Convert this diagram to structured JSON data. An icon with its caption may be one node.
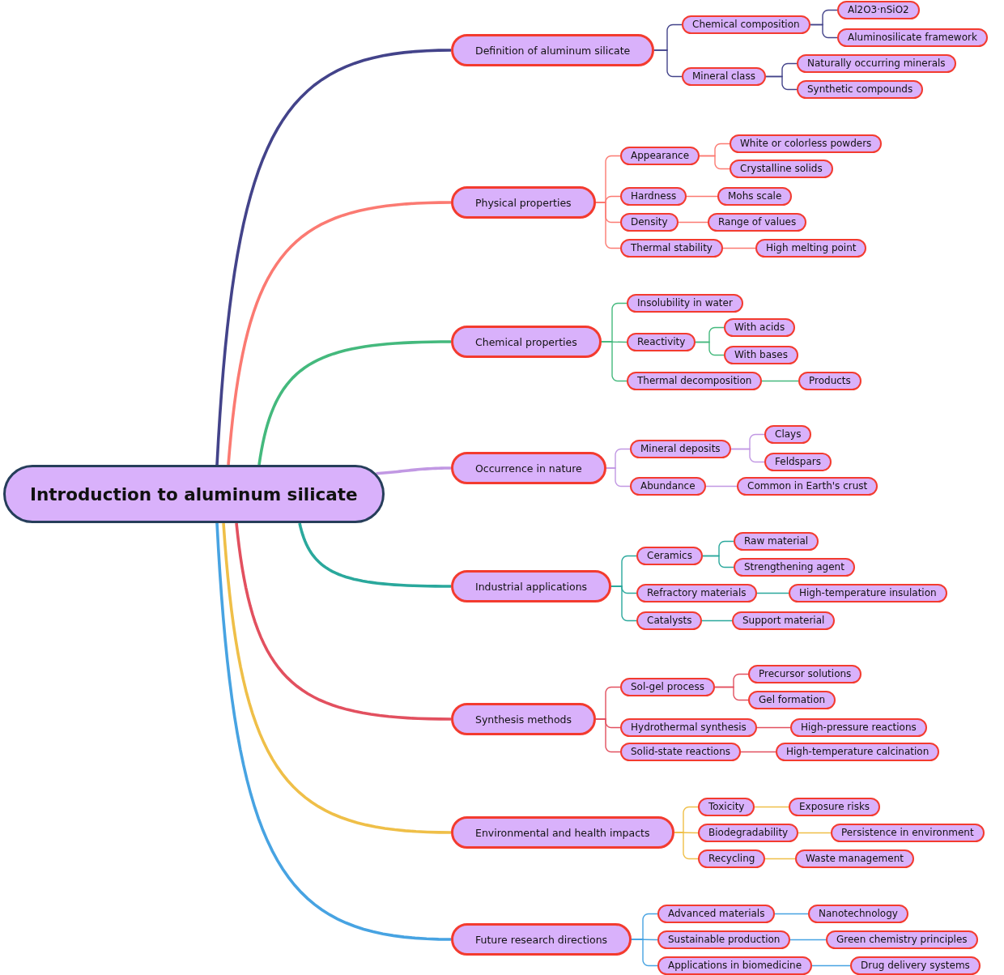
{
  "diagram": {
    "nodes": [
      {
        "text": [
          "Introduction to aluminum silicate"
        ]
      },
      {
        "text": [
          "Definition of aluminum silicate"
        ]
      },
      {
        "text": [
          "Chemical composition"
        ]
      },
      {
        "text": [
          "Al2O3·nSiO2"
        ]
      },
      {
        "text": [
          "Aluminosilicate framework"
        ]
      },
      {
        "text": [
          "Mineral class"
        ]
      },
      {
        "text": [
          "Naturally occurring minerals"
        ]
      },
      {
        "text": [
          "Synthetic compounds"
        ]
      },
      {
        "text": [
          "Physical properties"
        ]
      },
      {
        "text": [
          "Appearance"
        ]
      },
      {
        "text": [
          "White or colorless powders"
        ]
      },
      {
        "text": [
          "Crystalline solids"
        ]
      },
      {
        "text": [
          "Hardness"
        ]
      },
      {
        "text": [
          "Mohs scale"
        ]
      },
      {
        "text": [
          "Density"
        ]
      },
      {
        "text": [
          "Range of values"
        ]
      },
      {
        "text": [
          "Thermal stability"
        ]
      },
      {
        "text": [
          "High melting point"
        ]
      },
      {
        "text": [
          "Chemical properties"
        ]
      },
      {
        "text": [
          "Insolubility in water"
        ]
      },
      {
        "text": [
          "Reactivity"
        ]
      },
      {
        "text": [
          "With acids"
        ]
      },
      {
        "text": [
          "With bases"
        ]
      },
      {
        "text": [
          "Thermal decomposition"
        ]
      },
      {
        "text": [
          "Products"
        ]
      },
      {
        "text": [
          "Occurrence in nature"
        ]
      },
      {
        "text": [
          "Mineral deposits"
        ]
      },
      {
        "text": [
          "Clays"
        ]
      },
      {
        "text": [
          "Feldspars"
        ]
      },
      {
        "text": [
          "Abundance"
        ]
      },
      {
        "text": [
          "Common in Earth's crust"
        ]
      },
      {
        "text": [
          "Industrial applications"
        ]
      },
      {
        "text": [
          "Ceramics"
        ]
      },
      {
        "text": [
          "Raw material"
        ]
      },
      {
        "text": [
          "Strengthening agent"
        ]
      },
      {
        "text": [
          "Refractory materials"
        ]
      },
      {
        "text": [
          "High-temperature insulation"
        ]
      },
      {
        "text": [
          "Catalysts"
        ]
      },
      {
        "text": [
          "Support material"
        ]
      },
      {
        "text": [
          "Synthesis methods"
        ]
      },
      {
        "text": [
          "Sol-gel process"
        ]
      },
      {
        "text": [
          "Precursor solutions"
        ]
      },
      {
        "text": [
          "Gel formation"
        ]
      },
      {
        "text": [
          "Hydrothermal synthesis"
        ]
      },
      {
        "text": [
          "High-pressure reactions"
        ]
      },
      {
        "text": [
          "Solid-state reactions"
        ]
      },
      {
        "text": [
          "High-temperature calcination"
        ]
      },
      {
        "text": [
          "Environmental and health impacts"
        ]
      },
      {
        "text": [
          "Toxicity"
        ]
      },
      {
        "text": [
          "Exposure risks"
        ]
      },
      {
        "text": [
          "Biodegradability"
        ]
      },
      {
        "text": [
          "Persistence in environment"
        ]
      },
      {
        "text": [
          "Recycling"
        ]
      },
      {
        "text": [
          "Waste management"
        ]
      },
      {
        "text": [
          "Future research directions"
        ]
      },
      {
        "text": [
          "Advanced materials"
        ]
      },
      {
        "text": [
          "Nanotechnology"
        ]
      },
      {
        "text": [
          "Sustainable production"
        ]
      },
      {
        "text": [
          "Green chemistry principles"
        ]
      },
      {
        "text": [
          "Applications in biomedicine"
        ]
      },
      {
        "text": [
          "Drug delivery systems"
        ]
      }
    ],
    "edges": [
      {
        "from": 0,
        "to": 1,
        "arrow": "none",
        "style": "thick",
        "color": "#43438a"
      },
      {
        "from": 1,
        "to": 2,
        "arrow": "none",
        "color": "#43438a"
      },
      {
        "from": 2,
        "to": 3,
        "arrow": "none",
        "color": "#43438a"
      },
      {
        "from": 2,
        "to": 4,
        "arrow": "none",
        "color": "#43438a"
      },
      {
        "from": 1,
        "to": 5,
        "arrow": "none",
        "color": "#43438a"
      },
      {
        "from": 5,
        "to": 6,
        "arrow": "none",
        "color": "#43438a"
      },
      {
        "from": 5,
        "to": 7,
        "arrow": "none",
        "color": "#43438a"
      },
      {
        "from": 0,
        "to": 8,
        "arrow": "none",
        "style": "thick",
        "color": "#fb7a72"
      },
      {
        "from": 8,
        "to": 9,
        "arrow": "none",
        "color": "#fb7a72"
      },
      {
        "from": 9,
        "to": 10,
        "arrow": "none",
        "color": "#fb7a72"
      },
      {
        "from": 9,
        "to": 11,
        "arrow": "none",
        "color": "#fb7a72"
      },
      {
        "from": 8,
        "to": 12,
        "arrow": "none",
        "color": "#fb7a72"
      },
      {
        "from": 12,
        "to": 13,
        "arrow": "none",
        "color": "#fb7a72"
      },
      {
        "from": 8,
        "to": 14,
        "arrow": "none",
        "color": "#fb7a72"
      },
      {
        "from": 14,
        "to": 15,
        "arrow": "none",
        "color": "#fb7a72"
      },
      {
        "from": 8,
        "to": 16,
        "arrow": "none",
        "color": "#fb7a72"
      },
      {
        "from": 16,
        "to": 17,
        "arrow": "none",
        "color": "#fb7a72"
      },
      {
        "from": 0,
        "to": 18,
        "arrow": "none",
        "style": "thick",
        "color": "#44b97d"
      },
      {
        "from": 18,
        "to": 19,
        "arrow": "none",
        "color": "#44b97d"
      },
      {
        "from": 18,
        "to": 20,
        "arrow": "none",
        "color": "#44b97d"
      },
      {
        "from": 20,
        "to": 21,
        "arrow": "none",
        "color": "#44b97d"
      },
      {
        "from": 20,
        "to": 22,
        "arrow": "none",
        "color": "#44b97d"
      },
      {
        "from": 18,
        "to": 23,
        "arrow": "none",
        "color": "#44b97d"
      },
      {
        "from": 23,
        "to": 24,
        "arrow": "none",
        "color": "#44b97d"
      },
      {
        "from": 0,
        "to": 25,
        "arrow": "none",
        "style": "thick",
        "color": "#c198e3"
      },
      {
        "from": 25,
        "to": 26,
        "arrow": "none",
        "color": "#c198e3"
      },
      {
        "from": 26,
        "to": 27,
        "arrow": "none",
        "color": "#c198e3"
      },
      {
        "from": 26,
        "to": 28,
        "arrow": "none",
        "color": "#c198e3"
      },
      {
        "from": 25,
        "to": 29,
        "arrow": "none",
        "color": "#c198e3"
      },
      {
        "from": 29,
        "to": 30,
        "arrow": "none",
        "color": "#c198e3"
      },
      {
        "from": 0,
        "to": 31,
        "arrow": "none",
        "style": "thick",
        "color": "#2aa89c"
      },
      {
        "from": 31,
        "to": 32,
        "arrow": "none",
        "color": "#2aa89c"
      },
      {
        "from": 32,
        "to": 33,
        "arrow": "none",
        "color": "#2aa89c"
      },
      {
        "from": 32,
        "to": 34,
        "arrow": "none",
        "color": "#2aa89c"
      },
      {
        "from": 31,
        "to": 35,
        "arrow": "none",
        "color": "#2aa89c"
      },
      {
        "from": 35,
        "to": 36,
        "arrow": "none",
        "color": "#2aa89c"
      },
      {
        "from": 31,
        "to": 37,
        "arrow": "none",
        "color": "#2aa89c"
      },
      {
        "from": 37,
        "to": 38,
        "arrow": "none",
        "color": "#2aa89c"
      },
      {
        "from": 0,
        "to": 39,
        "arrow": "none",
        "style": "thick",
        "color": "#e2505f"
      },
      {
        "from": 39,
        "to": 40,
        "arrow": "none",
        "color": "#e2505f"
      },
      {
        "from": 40,
        "to": 41,
        "arrow": "none",
        "color": "#e2505f"
      },
      {
        "from": 40,
        "to": 42,
        "arrow": "none",
        "color": "#e2505f"
      },
      {
        "from": 39,
        "to": 43,
        "arrow": "none",
        "color": "#e2505f"
      },
      {
        "from": 43,
        "to": 44,
        "arrow": "none",
        "color": "#e2505f"
      },
      {
        "from": 39,
        "to": 45,
        "arrow": "none",
        "color": "#e2505f"
      },
      {
        "from": 45,
        "to": 46,
        "arrow": "none",
        "color": "#e2505f"
      },
      {
        "from": 0,
        "to": 47,
        "arrow": "none",
        "style": "thick",
        "color": "#efbf48"
      },
      {
        "from": 47,
        "to": 48,
        "arrow": "none",
        "color": "#efbf48"
      },
      {
        "from": 48,
        "to": 49,
        "arrow": "none",
        "color": "#efbf48"
      },
      {
        "from": 47,
        "to": 50,
        "arrow": "none",
        "color": "#efbf48"
      },
      {
        "from": 50,
        "to": 51,
        "arrow": "none",
        "color": "#efbf48"
      },
      {
        "from": 47,
        "to": 52,
        "arrow": "none",
        "color": "#efbf48"
      },
      {
        "from": 52,
        "to": 53,
        "arrow": "none",
        "color": "#efbf48"
      },
      {
        "from": 0,
        "to": 54,
        "arrow": "none",
        "style": "thick",
        "color": "#47a3e2"
      },
      {
        "from": 54,
        "to": 55,
        "arrow": "none",
        "color": "#47a3e2"
      },
      {
        "from": 55,
        "to": 56,
        "arrow": "none",
        "color": "#47a3e2"
      },
      {
        "from": 54,
        "to": 57,
        "arrow": "none",
        "color": "#47a3e2"
      },
      {
        "from": 57,
        "to": 58,
        "arrow": "none",
        "color": "#47a3e2"
      },
      {
        "from": 54,
        "to": 59,
        "arrow": "none",
        "color": "#47a3e2"
      },
      {
        "from": 59,
        "to": 60,
        "arrow": "none",
        "color": "#47a3e2"
      }
    ]
  }
}
